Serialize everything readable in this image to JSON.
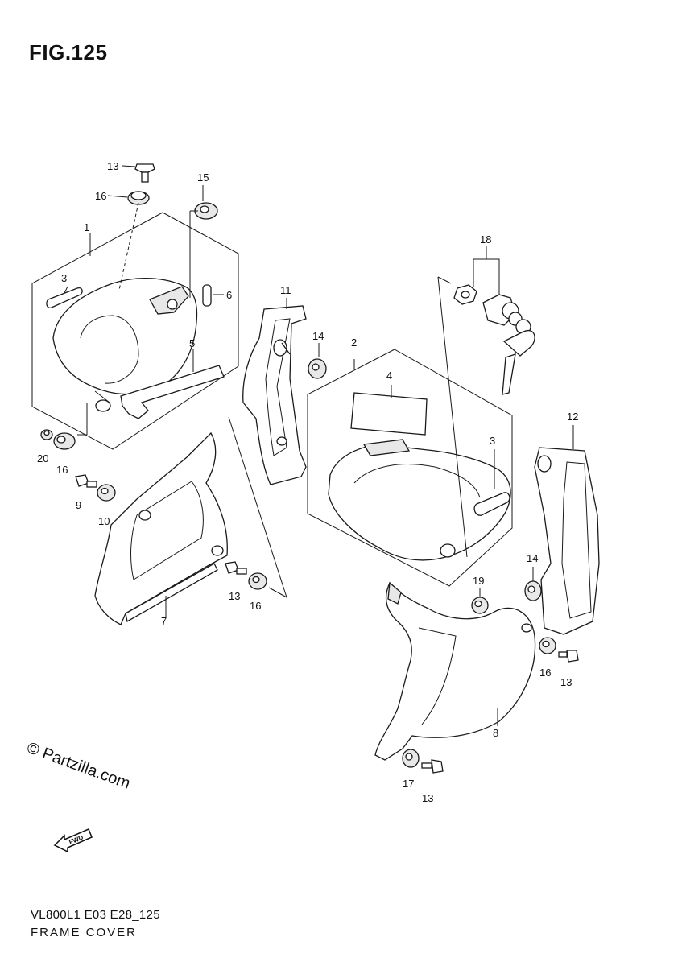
{
  "figure": {
    "title": "FIG.125"
  },
  "callouts": {
    "c13a": "13",
    "c16a": "16",
    "c15": "15",
    "c1": "1",
    "c3a": "3",
    "c6": "6",
    "c5": "5",
    "c20": "20",
    "c16b": "16",
    "c9": "9",
    "c10": "10",
    "c11": "11",
    "c14a": "14",
    "c7": "7",
    "c13b": "13",
    "c16c": "16",
    "c18": "18",
    "c2": "2",
    "c4": "4",
    "c3b": "3",
    "c12": "12",
    "c14b": "14",
    "c19": "19",
    "c16d": "16",
    "c13c": "13",
    "c8": "8",
    "c17": "17",
    "c13d": "13"
  },
  "watermark": "© Partzilla.com",
  "fwd_label": "FWD",
  "footer": {
    "model_code": "VL800L1 E03 E28_125",
    "section_name": "FRAME COVER"
  }
}
